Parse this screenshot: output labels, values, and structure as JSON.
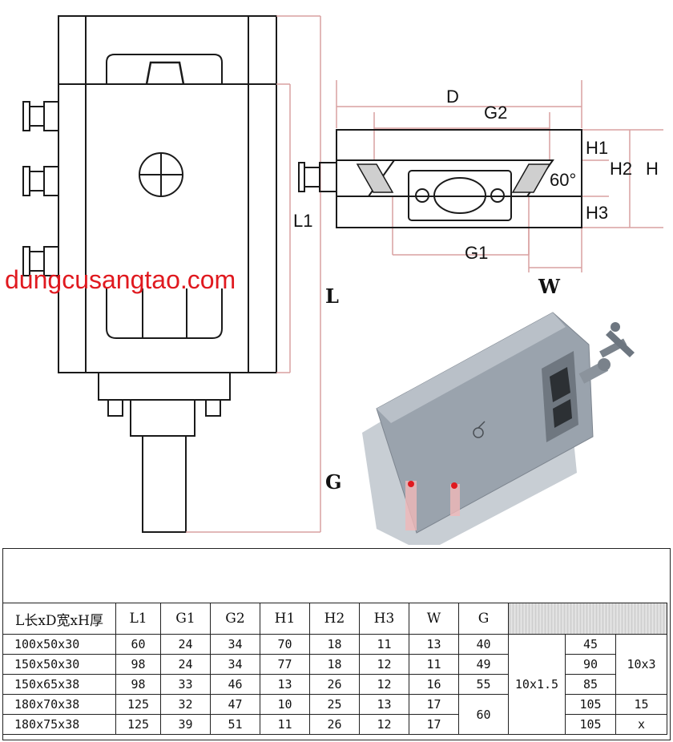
{
  "watermark": "dungcusangtao.com",
  "labels": {
    "L1": "L1",
    "L": "L",
    "G": "G",
    "D": "D",
    "G2": "G2",
    "G1": "G1",
    "H1": "H1",
    "H2": "H2",
    "H3": "H3",
    "H": "H",
    "W": "W",
    "angle": "60°"
  },
  "table": {
    "headers": [
      "L长xD宽xH厚",
      "L1",
      "G1",
      "G2",
      "H1",
      "H2",
      "H3",
      "W",
      "G"
    ],
    "rows": [
      [
        "100x50x30",
        "60",
        "24",
        "34",
        "70",
        "18",
        "11",
        "13",
        "40"
      ],
      [
        "150x50x30",
        "98",
        "24",
        "34",
        "77",
        "18",
        "12",
        "11",
        "49"
      ],
      [
        "150x65x38",
        "98",
        "33",
        "46",
        "13",
        "26",
        "12",
        "16",
        "55"
      ],
      [
        "180x70x38",
        "125",
        "32",
        "47",
        "10",
        "25",
        "13",
        "17",
        "60"
      ],
      [
        "180x75x38",
        "125",
        "39",
        "51",
        "11",
        "26",
        "12",
        "17",
        ""
      ]
    ],
    "thread": "10x1.5",
    "col11": [
      "45",
      "90",
      "85",
      "105",
      "105"
    ],
    "col12_merged": "10x3",
    "col12_row4": "15",
    "col12_row5": "x"
  },
  "colors": {
    "line": "#1a1a1a",
    "dim_line": "#d9a0a0",
    "watermark": "#e0191f",
    "photo_body": "#9aa3ad"
  }
}
